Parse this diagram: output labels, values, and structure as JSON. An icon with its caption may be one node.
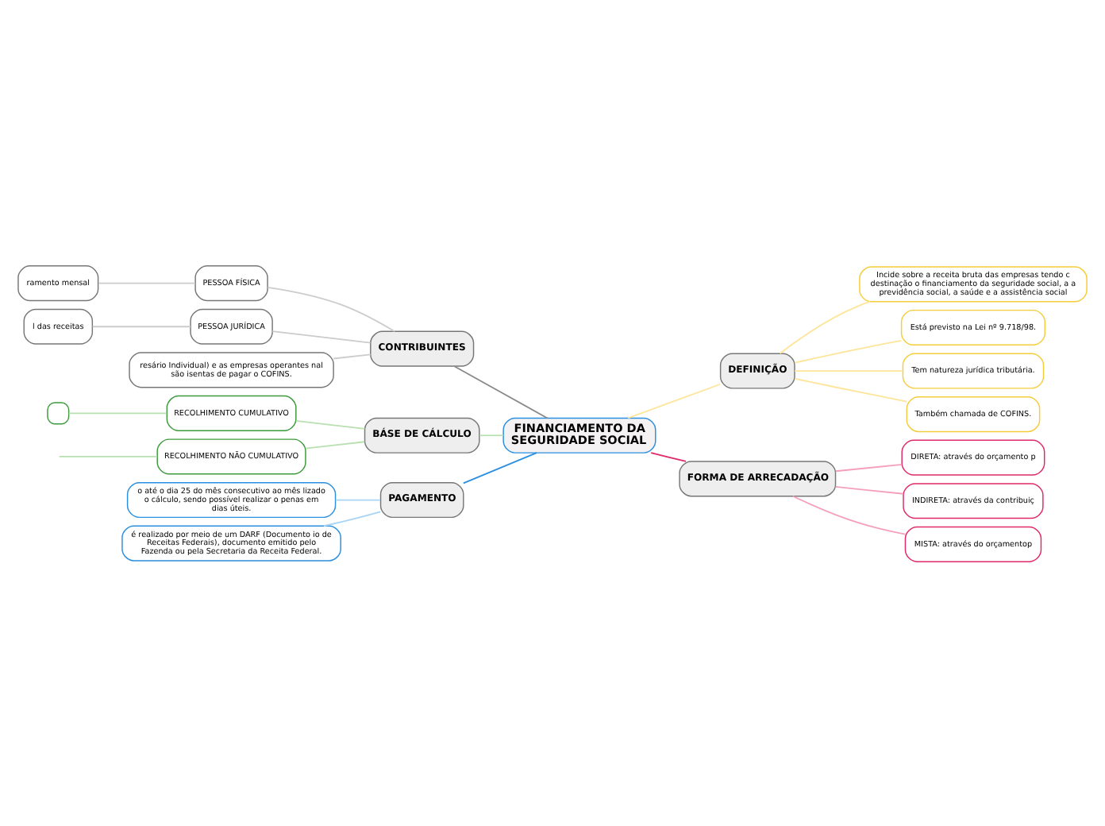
{
  "diagram": {
    "nodes": [
      {
        "text": [
          "FINANCIAMENTO DA SEGURIDADE SOCIAL"
        ]
      },
      {
        "text": [
          "CONTRIBUINTES"
        ]
      },
      {
        "text": [
          "ramento mensal"
        ]
      },
      {
        "text": [
          "PESSOA FÍSICA"
        ]
      },
      {
        "text": [
          "l das receitas"
        ]
      },
      {
        "text": [
          "PESSOA JURÍDICA"
        ]
      },
      {
        "text": [
          "resário Individual) e as empresas operantes nal são isentas de pagar o COFINS."
        ]
      },
      {
        "text": [
          "BÁSE DE CÁLCULO"
        ]
      },
      {
        "text": [],
        "shape": "box"
      },
      {
        "text": [
          "RECOLHIMENTO CUMULATIVO"
        ]
      },
      {
        "text": [
          "RECOLHIMENTO NÃO CUMULATIVO"
        ]
      },
      {
        "text": [
          "PAGAMENTO"
        ]
      },
      {
        "text": [
          "o até o dia 25 do mês consecutivo ao mês lizado o cálculo, sendo possível realizar o penas em dias úteis."
        ]
      },
      {
        "text": [
          "é realizado por meio de um DARF (Documento io de Receitas Federais), documento emitido pelo Fazenda ou pela Secretaria da Receita Federal."
        ]
      },
      {
        "text": [
          "DEFINIÇÃO"
        ]
      },
      {
        "text": [
          "Incide sobre a receita bruta das empresas tendo c destinação o financiamento da seguridade social, a a previdência social, a saúde e a assistência social"
        ]
      },
      {
        "text": [
          "Está previsto na Lei nº 9.718/98."
        ]
      },
      {
        "text": [
          "Tem natureza jurídica tributária."
        ]
      },
      {
        "text": [
          "Também chamada de COFINS."
        ]
      },
      {
        "text": [
          "FORMA DE ARRECADAÇÃO"
        ]
      },
      {
        "text": [
          "DIRETA: através do orçamento p"
        ]
      },
      {
        "text": [
          "INDIRETA: através da contribuiç"
        ]
      },
      {
        "text": [
          "MISTA: através do orçamentop"
        ]
      }
    ],
    "edges": [
      {
        "from": 0,
        "to": 1,
        "arrow": "none",
        "color": "#888888"
      },
      {
        "from": 1,
        "to": 3,
        "arrow": "none",
        "color": "#cccccc"
      },
      {
        "from": 3,
        "to": 2,
        "arrow": "none",
        "color": "#cccccc"
      },
      {
        "from": 1,
        "to": 5,
        "arrow": "none",
        "color": "#cccccc"
      },
      {
        "from": 5,
        "to": 4,
        "arrow": "none",
        "color": "#cccccc"
      },
      {
        "from": 1,
        "to": 6,
        "arrow": "none",
        "color": "#cccccc"
      },
      {
        "from": 0,
        "to": 7,
        "arrow": "none",
        "color": "#b9e0b0"
      },
      {
        "from": 7,
        "to": 9,
        "arrow": "none",
        "color": "#b9e0b0"
      },
      {
        "from": 9,
        "to": 8,
        "arrow": "none",
        "color": "#b9e0b0"
      },
      {
        "from": 7,
        "to": 10,
        "arrow": "none",
        "color": "#b9e0b0"
      },
      {
        "from": 10,
        "to": null,
        "arrow": "none",
        "color": "#b9e0b0"
      },
      {
        "from": 0,
        "to": 11,
        "arrow": "none",
        "color": "#2a8fe0"
      },
      {
        "from": 11,
        "to": 12,
        "arrow": "none",
        "color": "#a8d4f5"
      },
      {
        "from": 11,
        "to": 13,
        "arrow": "none",
        "color": "#a8d4f5"
      },
      {
        "from": 0,
        "to": 14,
        "arrow": "none",
        "color": "#fde59a"
      },
      {
        "from": 14,
        "to": 15,
        "arrow": "none",
        "color": "#fde59a"
      },
      {
        "from": 14,
        "to": 16,
        "arrow": "none",
        "color": "#fde59a"
      },
      {
        "from": 14,
        "to": 17,
        "arrow": "none",
        "color": "#fde59a"
      },
      {
        "from": 14,
        "to": 18,
        "arrow": "none",
        "color": "#fde59a"
      },
      {
        "from": 0,
        "to": 19,
        "arrow": "none",
        "color": "#e0286a"
      },
      {
        "from": 19,
        "to": 20,
        "arrow": "none",
        "color": "#f4a0bd"
      },
      {
        "from": 19,
        "to": 21,
        "arrow": "none",
        "color": "#f4a0bd"
      },
      {
        "from": 19,
        "to": 22,
        "arrow": "none",
        "color": "#f4a0bd"
      }
    ]
  }
}
